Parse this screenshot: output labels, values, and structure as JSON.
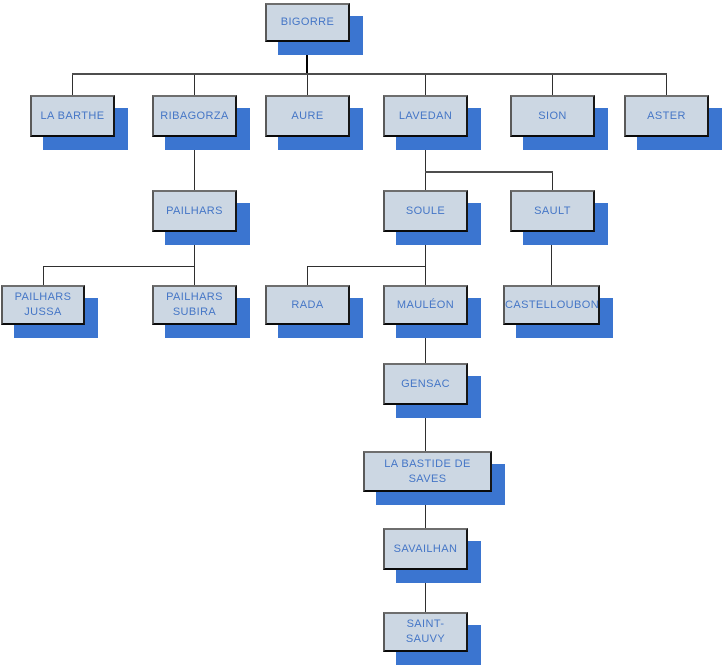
{
  "diagram": {
    "type": "org-chart",
    "colors": {
      "background": "#ffffff",
      "node_fill": "#ccd7e3",
      "node_border": "#2e2e2e",
      "node_shadow": "#3b75d0",
      "node_text": "#4576c6",
      "connector": "#2f2f2f"
    },
    "nodes": [
      {
        "id": "bigorre",
        "label": "BIGORRE"
      },
      {
        "id": "la-barthe",
        "label": "LA BARTHE"
      },
      {
        "id": "ribagorza",
        "label": "RIBAGORZA"
      },
      {
        "id": "aure",
        "label": "AURE"
      },
      {
        "id": "lavedan",
        "label": "LAVEDAN"
      },
      {
        "id": "sion",
        "label": "SION"
      },
      {
        "id": "aster",
        "label": "ASTER"
      },
      {
        "id": "pailhars",
        "label": "PAILHARS"
      },
      {
        "id": "soule",
        "label": "SOULE"
      },
      {
        "id": "sault",
        "label": "SAULT"
      },
      {
        "id": "pailhars-jussa",
        "label": "PAILHARS JUSSA"
      },
      {
        "id": "pailhars-subira",
        "label": "PAILHARS SUBIRA"
      },
      {
        "id": "rada",
        "label": "RADA"
      },
      {
        "id": "mauleon",
        "label": "MAULÉON"
      },
      {
        "id": "castelloubon",
        "label": "CASTELLOUBON"
      },
      {
        "id": "gensac",
        "label": "GENSAC"
      },
      {
        "id": "la-bastide-de-saves",
        "label": "LA BASTIDE DE SAVES"
      },
      {
        "id": "savailhan",
        "label": "SAVAILHAN"
      },
      {
        "id": "saint-sauvy",
        "label": "SAINT-SAUVY"
      }
    ],
    "edges": [
      {
        "parent": "BIGORRE",
        "child": "LA BARTHE"
      },
      {
        "parent": "BIGORRE",
        "child": "RIBAGORZA"
      },
      {
        "parent": "BIGORRE",
        "child": "AURE"
      },
      {
        "parent": "BIGORRE",
        "child": "LAVEDAN"
      },
      {
        "parent": "BIGORRE",
        "child": "SION"
      },
      {
        "parent": "BIGORRE",
        "child": "ASTER"
      },
      {
        "parent": "RIBAGORZA",
        "child": "PAILHARS"
      },
      {
        "parent": "LAVEDAN",
        "child": "SOULE"
      },
      {
        "parent": "LAVEDAN",
        "child": "SAULT"
      },
      {
        "parent": "PAILHARS",
        "child": "PAILHARS JUSSA"
      },
      {
        "parent": "PAILHARS",
        "child": "PAILHARS SUBIRA"
      },
      {
        "parent": "SOULE",
        "child": "RADA"
      },
      {
        "parent": "SOULE",
        "child": "MAULÉON"
      },
      {
        "parent": "SAULT",
        "child": "CASTELLOUBON"
      },
      {
        "parent": "MAULÉON",
        "child": "GENSAC"
      },
      {
        "parent": "GENSAC",
        "child": "LA BASTIDE DE SAVES"
      },
      {
        "parent": "LA BASTIDE DE SAVES",
        "child": "SAVAILHAN"
      },
      {
        "parent": "SAVAILHAN",
        "child": "SAINT-SAUVY"
      }
    ]
  }
}
